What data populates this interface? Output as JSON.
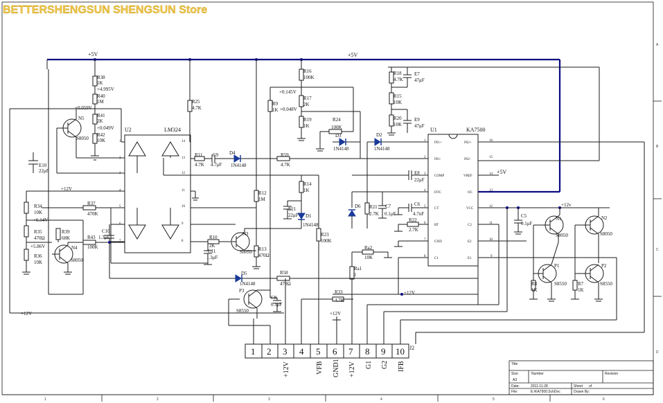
{
  "watermark": "BETTERSHENGSUN SHENGSUN Store",
  "rails": {
    "vcc_top_left": "+5V",
    "vcc_top_mid": "+5V",
    "plus12_left_mid": "+12V",
    "plus12_left_bottom": "+12V",
    "plus12_mid": "+12V",
    "plus12_lower": "+12V",
    "plus12_right": "+12v",
    "plus5_ic": "+5V"
  },
  "ics": {
    "u2": {
      "ref": "U2",
      "part": "LM324"
    },
    "u1": {
      "ref": "U1",
      "part": "KA7500",
      "pins_left": [
        "IN1+",
        "IN1-",
        "COMP",
        "DTC",
        "CT",
        "RT",
        "GND",
        "C1"
      ],
      "pins_left_num": [
        "1",
        "2",
        "3",
        "4",
        "5",
        "6",
        "7",
        "8"
      ],
      "pins_right": [
        "IN2+",
        "IN2-",
        "VREF",
        "OC",
        "VCC",
        "C2",
        "E2",
        "E1"
      ],
      "pins_right_num": [
        "16",
        "15",
        "14",
        "13",
        "12",
        "11",
        "10",
        "9"
      ]
    }
  },
  "u2_pins": [
    "14",
    "13",
    "12",
    "11",
    "10",
    "9",
    "8",
    "1",
    "2",
    "3",
    "4",
    "5",
    "6",
    "7"
  ],
  "components": {
    "r38": "R38",
    "r38v": "1K",
    "r40": "R40",
    "r40v": "1M",
    "r41": "R41",
    "r41v": "2K",
    "r42": "R42",
    "r42v": "10K",
    "n5": "N5",
    "n5v": "S8050",
    "e10": "E10",
    "e10v": "22μF",
    "r25": "R25",
    "r25v": "4.7K",
    "r16": "R16",
    "r16v": "100K",
    "r9": "R9",
    "r9v": "1K",
    "r17": "R17",
    "r17v": "2K",
    "r19": "R19",
    "r19v": "1K",
    "r24": "R24",
    "r24v": "100K",
    "r18": "R18",
    "r18v": "4.7K",
    "e7": "E7",
    "e7v": "47μF",
    "r15": "R15",
    "r15v": "10K",
    "r20": "R20",
    "r20v": "10K",
    "e9": "E9",
    "e9v": "47μF",
    "d3": "D3",
    "d3v": "1N4148",
    "d2": "D2",
    "d2v": "1N4148",
    "r11": "R11",
    "r11v": "4.7K",
    "c9": "C9",
    "c9v": "4.7μF",
    "d4": "D4",
    "d4v": "1N4148",
    "r59": "R59",
    "r59v": "4.7K",
    "e8": "E8",
    "e8v": "22μF",
    "r34": "R34",
    "r34v": "10K",
    "r35": "R35",
    "r35v": "470Ω",
    "r36": "R36",
    "r36v": "10K",
    "r37": "R37",
    "r37v": "470K",
    "r39": "R39",
    "r39v": "68K",
    "n4": "N4",
    "n4v": "S8050",
    "r43": "R43",
    "r43v": "100K",
    "c10": "C10",
    "c10v": "1.3μF",
    "r12": "R12",
    "r12v": "1M",
    "r14": "R14",
    "r14v": "1K",
    "e21": "E21",
    "e21v": "22μF",
    "d1": "D1",
    "d1v": "1N4148",
    "d6": "D6",
    "r21": "R21",
    "r21v": "2.7K",
    "c7": "C7",
    "c7v": "0.1μF",
    "c6": "C6",
    "c6v": "4.7nF",
    "r22": "R22",
    "r22v": "2.7K",
    "r10": "R10",
    "r10v": "2K",
    "c11": "C11",
    "c11v": "1.3μF",
    "n3": "N3",
    "n3v": "S8050",
    "r13": "R13",
    "r13v": "470Ω",
    "r23": "R23",
    "r23v": "100K",
    "ra2": "Ra2",
    "ra2v": "10K",
    "ra1": "Ra1",
    "ra1v": "1",
    "d5": "D5",
    "d5v": "1N4148",
    "r58": "R58",
    "r58v": "470Ω",
    "p3": "P3",
    "p3v": "S8550",
    "c8": "C8",
    "c8v": "0.1μF",
    "r33": "R33",
    "r33v": "4.7K",
    "c5": "C5",
    "c5v": "0.1μF",
    "n1": "N1",
    "n1v": "S8050",
    "n2": "N2",
    "n2v": "S8050",
    "p1": "P1",
    "p1v": "S8550",
    "p2": "P2",
    "p2v": "S8550",
    "r8": "R8",
    "r8v": "1K",
    "r7": "R7",
    "r7v": "1K"
  },
  "voltages": {
    "v1": "+4.995V",
    "v2": "+0.059V",
    "v3": "+0.049V",
    "v4": "+0.145V",
    "v5": "+0.048V",
    "v6": "+6.14V",
    "v7": "+5.86V"
  },
  "connector": {
    "ref": "J2",
    "pins": [
      "1",
      "2",
      "3",
      "4",
      "5",
      "6",
      "7",
      "8",
      "9",
      "10"
    ],
    "signals": [
      "+12V",
      "VFB",
      "GND1",
      "+12V",
      "G1",
      "G2",
      "IFB"
    ]
  },
  "title_block": {
    "title": "Title",
    "size_label": "Size",
    "size": "A3",
    "number_label": "Number",
    "revision_label": "Revision",
    "date_label": "Date:",
    "date": "2011-11-28",
    "file_label": "File:",
    "file": "E:\\KA7500.SchDoc",
    "sheet_label": "Sheet",
    "sheet_of": "of",
    "drawn_label": "Drawn By:"
  },
  "zones": {
    "cols": [
      "1",
      "2",
      "3",
      "4",
      "5",
      "6"
    ],
    "rows": [
      "A",
      "B",
      "C",
      "D"
    ]
  }
}
